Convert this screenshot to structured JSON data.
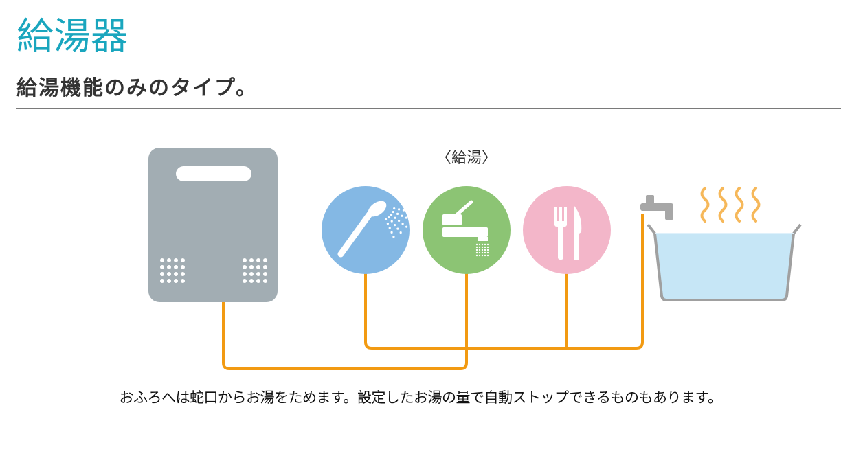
{
  "header": {
    "title": "給湯器",
    "subtitle": "給湯機能のみのタイプ。"
  },
  "diagram": {
    "group_label": "〈給湯〉",
    "icons": [
      "water-heater-icon",
      "shower-icon",
      "faucet-icon",
      "cutlery-icon",
      "bath-faucet-icon",
      "bathtub-icon",
      "steam-icon"
    ],
    "colors": {
      "title": "#1aa6be",
      "heater": "#a2adb3",
      "shower": "#84b8e4",
      "faucet": "#8cc474",
      "cutlery": "#f3b6c9",
      "pipe": "#f29a12",
      "water": "#c6e6f6",
      "steam": "#f6b85a",
      "tub_rim": "#a0a0a0"
    }
  },
  "caption": "おふろへは蛇口からお湯をためます。設定したお湯の量で自動ストップできるものもあります。"
}
